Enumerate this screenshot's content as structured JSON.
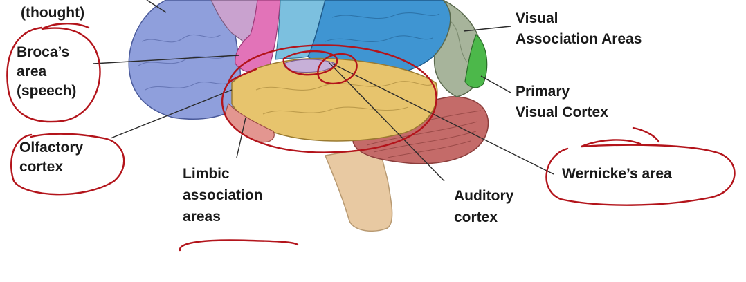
{
  "labels": {
    "thought": "(thought)",
    "broca": [
      "Broca’s",
      "area",
      "(speech)"
    ],
    "olfactory": [
      "Olfactory",
      "cortex"
    ],
    "limbic": [
      "Limbic",
      "association",
      "areas"
    ],
    "auditory": [
      "Auditory",
      "cortex"
    ],
    "visual_assoc": [
      "Visual",
      "Association Areas"
    ],
    "primary_visual": [
      "Primary",
      "Visual Cortex"
    ],
    "wernicke": "Wernicke’s area"
  },
  "colors": {
    "frontal_lobe": "#8f9fdc",
    "premotor": "#c9a2cf",
    "motor": "#e273b8",
    "somatosensory": "#7cc0df",
    "parietal": "#3f95d2",
    "temporal": "#e7c46d",
    "occipital": "#a7b49b",
    "primary_visual": "#4cb84a",
    "cerebellum": "#c46b69",
    "brainstem": "#e8c9a2",
    "limbic": "#e39690",
    "ink_annotation": "#b3141b",
    "leader_line": "#2a2a2a"
  }
}
